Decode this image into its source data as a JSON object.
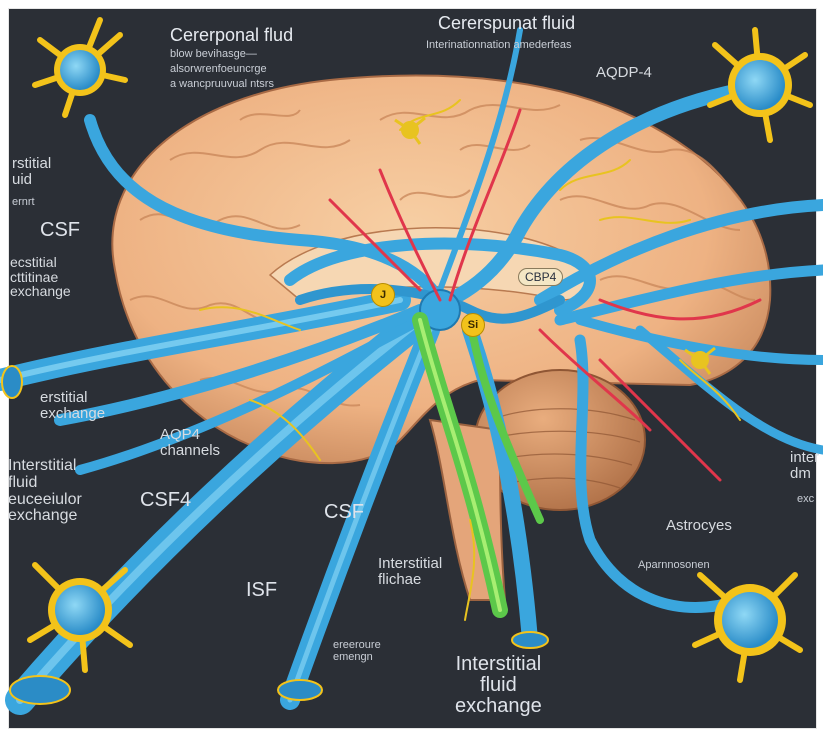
{
  "labels": {
    "top_left_title": "Cererponal flud",
    "top_left_sub1": "blow bevihasge—",
    "top_left_sub2": "alsorwrenfoeuncrge",
    "top_left_sub3": "a wancpruuvual ntsrs",
    "top_center_title": "Cererspunat fluid",
    "top_center_sub": "Interinationnation amederfeas",
    "aqp_top_right": "AQDP-4",
    "interstitial_fluid_left": "rstitial\nuid",
    "left_small": "ernrt",
    "csf_left": "CSF",
    "interstitial_exchange_left": "ecstitial\ncttitinae\nexchange",
    "left_exchange": "erstitial\nexchange",
    "aqp4_channels": "AQP4\nchannels",
    "interstitial_fluid_exchange_left": "Interstitial\nfluid\neuceeiulor\nexchange",
    "csf4": "CSF4",
    "csf_center": "CSF",
    "isf": "ISF",
    "interstitial_flichae": "Interstitial\nflichae",
    "bottom_small": "ereeroure\nemengn",
    "interstitial_fluid_exchange_bottom": "Interstitial\nfluid\nexchange",
    "astrocytes": "Astrocyes",
    "right_small": "Aparnnosonen",
    "right_inter": "inter\ndm",
    "right_exc": "exc",
    "cbp4": "CBP4",
    "badge1": "J",
    "badge2": "Si"
  },
  "colors": {
    "background": "#2b2f36",
    "brain": "#f0b98a",
    "cerebellum": "#c8855c",
    "csf_vessel": "#4ab6e6",
    "artery": "#e0364b",
    "nerve": "#e8c320",
    "isf": "#58c84a",
    "astrocyte": "#f3c31a"
  },
  "icons": [
    "astrocyte-icon",
    "brain-illustration",
    "vessel-network"
  ]
}
